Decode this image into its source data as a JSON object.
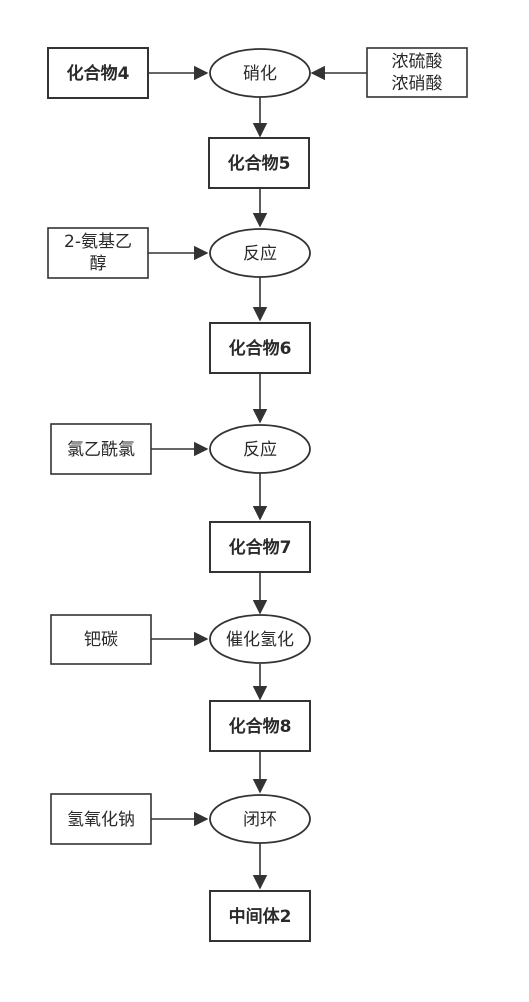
{
  "main_flow": [
    {
      "id": "compound4",
      "kind": "box",
      "text": [
        "化合物4"
      ]
    },
    {
      "id": "nitration",
      "kind": "ellipse",
      "text": [
        "硝化"
      ]
    },
    {
      "id": "compound5",
      "kind": "box",
      "text": [
        "化合物5"
      ]
    },
    {
      "id": "reaction1",
      "kind": "ellipse",
      "text": [
        "反应"
      ]
    },
    {
      "id": "compound6",
      "kind": "box",
      "text": [
        "化合物6"
      ]
    },
    {
      "id": "reaction2",
      "kind": "ellipse",
      "text": [
        "反应"
      ]
    },
    {
      "id": "compound7",
      "kind": "box",
      "text": [
        "化合物7"
      ]
    },
    {
      "id": "hydrogenation",
      "kind": "ellipse",
      "text": [
        "催化氢化"
      ]
    },
    {
      "id": "compound8",
      "kind": "box",
      "text": [
        "化合物8"
      ]
    },
    {
      "id": "cyclization",
      "kind": "ellipse",
      "text": [
        "闭环"
      ]
    },
    {
      "id": "intermediate2",
      "kind": "box",
      "text": [
        "中间体2"
      ]
    }
  ],
  "reagents": [
    {
      "id": "acids",
      "text": [
        "浓硫酸",
        "浓硝酸"
      ],
      "target": "nitration"
    },
    {
      "id": "aminoethanol",
      "text": [
        "2-氨基乙",
        "醇"
      ],
      "target": "reaction1"
    },
    {
      "id": "chloroacetyl-chloride",
      "text": [
        "氯乙酰氯"
      ],
      "target": "reaction2"
    },
    {
      "id": "pd-carbon",
      "text": [
        "钯碳"
      ],
      "target": "hydrogenation"
    },
    {
      "id": "sodium-hydroxide",
      "text": [
        "氢氧化钠"
      ],
      "target": "cyclization"
    }
  ]
}
